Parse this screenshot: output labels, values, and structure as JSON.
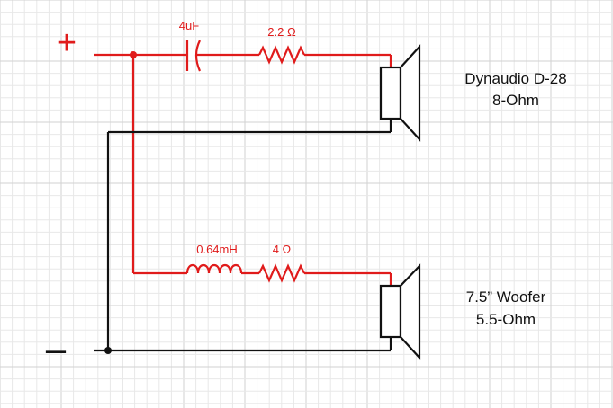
{
  "colors": {
    "positive_wire": "#e01b1b",
    "negative_wire": "#111111",
    "grid": "#d9d9d9",
    "background": "#ffffff"
  },
  "terminals": {
    "positive": "+",
    "negative": "–"
  },
  "tweeter_branch": {
    "capacitor_label": "4uF",
    "resistor_label": "2.2 Ω"
  },
  "woofer_branch": {
    "inductor_label": "0.64mH",
    "resistor_label": "4 Ω"
  },
  "tweeter": {
    "name": "Dynaudio D-28",
    "impedance": "8-Ohm"
  },
  "woofer": {
    "name": "7.5” Woofer",
    "impedance": "5.5-Ohm"
  }
}
